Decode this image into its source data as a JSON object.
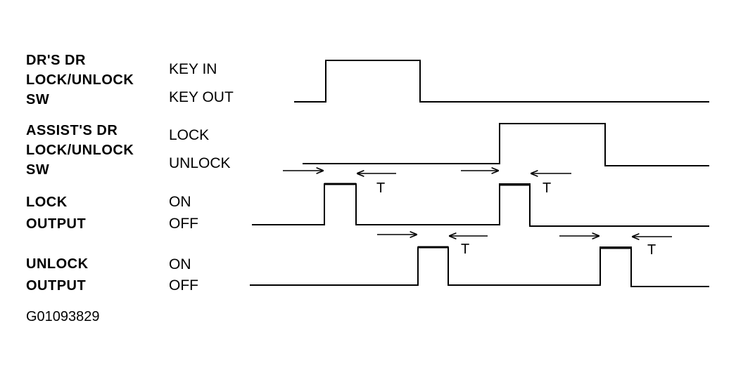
{
  "signals": [
    {
      "id": "drs-door-switch",
      "name_lines": [
        "DR'S DR",
        "LOCK/UNLOCK",
        "SW"
      ],
      "high_label": "KEY IN",
      "low_label": "KEY OUT"
    },
    {
      "id": "assists-door-switch",
      "name_lines": [
        "ASSIST'S DR",
        "LOCK/UNLOCK",
        "SW"
      ],
      "high_label": "LOCK",
      "low_label": "UNLOCK"
    },
    {
      "id": "lock-output",
      "name_lines": [
        "LOCK",
        "OUTPUT"
      ],
      "high_label": "ON",
      "low_label": "OFF"
    },
    {
      "id": "unlock-output",
      "name_lines": [
        "UNLOCK",
        "OUTPUT"
      ],
      "high_label": "ON",
      "low_label": "OFF"
    }
  ],
  "timer_label": "T",
  "figure_code": "G01093829",
  "line_color": "#000000",
  "background_color": "#ffffff"
}
